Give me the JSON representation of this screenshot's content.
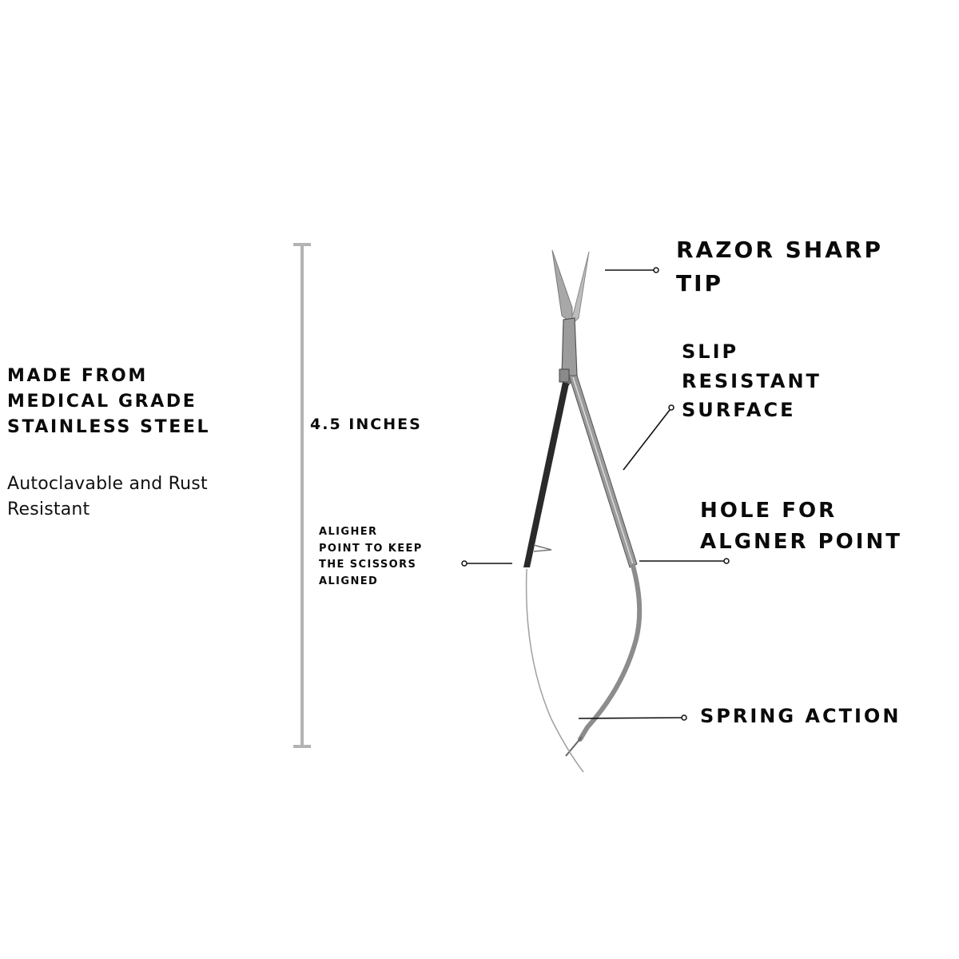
{
  "diagram": {
    "subject": "spring-action scissors",
    "background": "#ffffff",
    "text_color": "#0a0a0a",
    "ruler_color": "#b3b3b3"
  },
  "material": {
    "title_lines": [
      "MADE FROM",
      "MEDICAL GRADE",
      "STAINLESS STEEL"
    ],
    "subtitle_lines": [
      "Autoclavable and Rust",
      "Resistant"
    ]
  },
  "measurement": {
    "label": "4.5 INCHES"
  },
  "callouts": {
    "tip": {
      "lines": [
        "RAZOR SHARP",
        "TIP"
      ]
    },
    "surface": {
      "lines": [
        "SLIP",
        "RESISTANT",
        "SURFACE"
      ]
    },
    "hole": {
      "lines": [
        "HOLE FOR",
        "ALGNER POINT"
      ]
    },
    "spring": {
      "label": "SPRING ACTION"
    },
    "aligner": {
      "lines": [
        "ALIGHER",
        "POINT TO KEEP",
        "THE SCISSORS",
        "ALIGNED"
      ]
    }
  }
}
